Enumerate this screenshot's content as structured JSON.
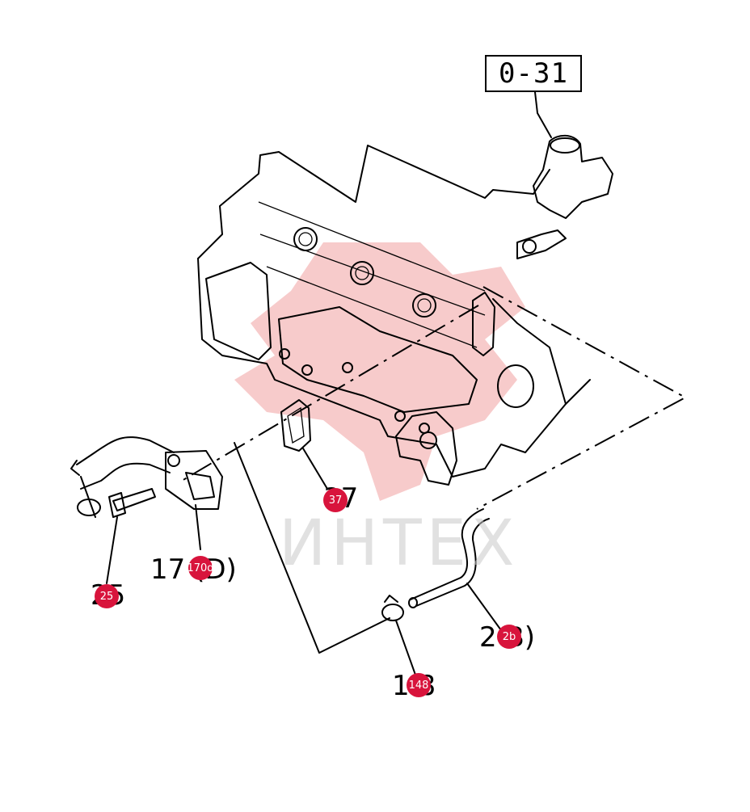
{
  "diagram": {
    "reference_box": "0-31",
    "watermark": "ИНТЕХ",
    "callouts": [
      {
        "id": "c170",
        "label": "17 (D)",
        "badge": "170d"
      },
      {
        "id": "c25",
        "label": "25",
        "badge": "25"
      },
      {
        "id": "c37",
        "label": "37",
        "badge": "37"
      },
      {
        "id": "c2b",
        "label": "2 B)",
        "badge": "2b"
      },
      {
        "id": "c148",
        "label": "1 8",
        "badge": "148"
      }
    ]
  },
  "colors": {
    "badge": "#d8143c",
    "line": "#000000",
    "watermark_logo": "#f0a0a0"
  }
}
